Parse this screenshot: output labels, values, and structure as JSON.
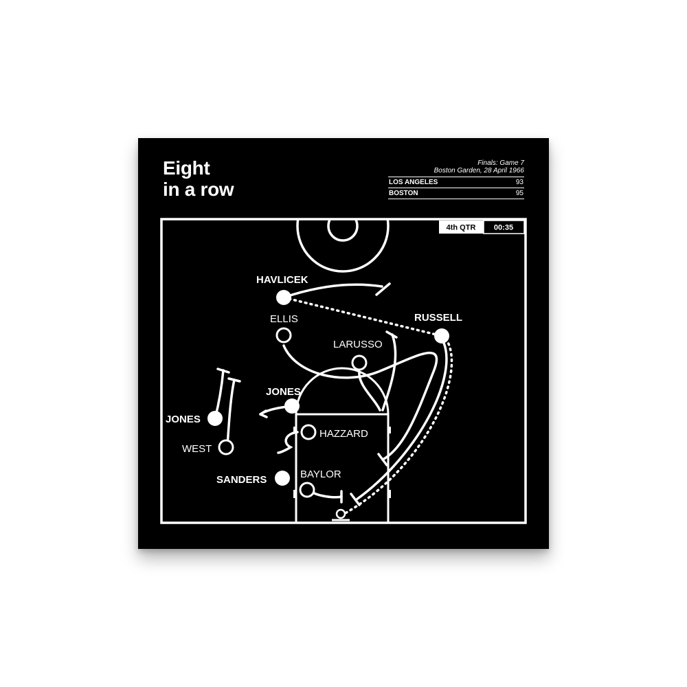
{
  "title": {
    "line1": "Eight",
    "line2": "in a row"
  },
  "game": {
    "round": "Finals: Game 7",
    "venue_date": "Boston Garden, 28 April 1966",
    "teams": [
      {
        "name": "LOS ANGELES",
        "score": "93"
      },
      {
        "name": "BOSTON",
        "score": "95"
      }
    ]
  },
  "clock": {
    "quarter": "4th QTR",
    "time": "00:35"
  },
  "players": {
    "havlicek": "HAVLICEK",
    "russell": "RUSSELL",
    "jones_boston_top": "JONES",
    "jones_boston_left": "JONES",
    "sanders": "SANDERS",
    "ellis": "ELLIS",
    "larusso": "LARUSSO",
    "hazzard": "HAZZARD",
    "west": "WEST",
    "baylor": "BAYLOR"
  },
  "colors": {
    "background": "#000000",
    "foreground": "#ffffff",
    "page": "#ffffff"
  }
}
